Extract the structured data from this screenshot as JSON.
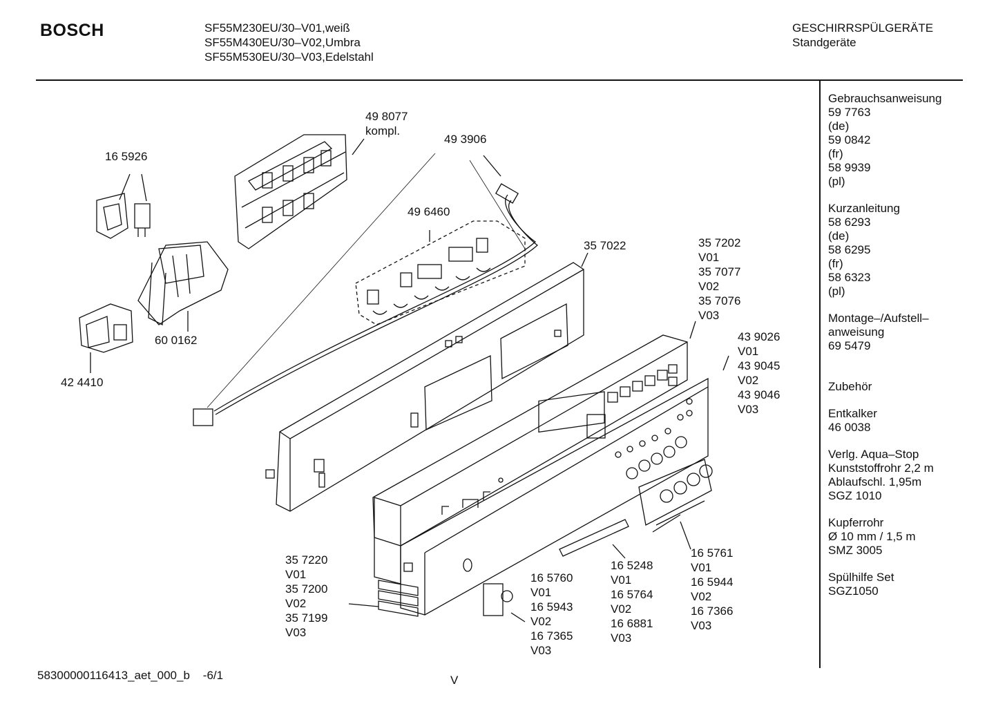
{
  "header": {
    "brand": "BOSCH",
    "models": [
      "SF55M230EU/30–V01,weiß",
      "SF55M430EU/30–V02,Umbra",
      "SF55M530EU/30–V03,Edelstahl"
    ],
    "category": [
      "GESCHIRRSPÜLGERÄTE",
      "Standgeräte"
    ]
  },
  "callouts": {
    "c498077": [
      "49 8077",
      "kompl."
    ],
    "c165926": [
      "16 5926"
    ],
    "c493906": [
      "49 3906"
    ],
    "c496460": [
      "49 6460"
    ],
    "c357022": [
      "35 7022"
    ],
    "c600162": [
      "60 0162"
    ],
    "c424410": [
      "42 4410"
    ],
    "c357202": [
      "35 7202",
      "V01",
      "35 7077",
      "V02",
      "35 7076",
      "V03"
    ],
    "c439026": [
      "43 9026",
      "V01",
      "43 9045",
      "V02",
      "43 9046",
      "V03"
    ],
    "c357220": [
      "35 7220",
      "V01",
      "35 7200",
      "V02",
      "35 7199",
      "V03"
    ],
    "c165760": [
      "16 5760",
      "V01",
      "16 5943",
      "V02",
      "16 7365",
      "V03"
    ],
    "c165248": [
      "16 5248",
      "V01",
      "16 5764",
      "V02",
      "16 6881",
      "V03"
    ],
    "c165761": [
      "16 5761",
      "V01",
      "16 5944",
      "V02",
      "16 7366",
      "V03"
    ]
  },
  "sidebar": [
    [
      "Gebrauchsanweisung",
      "59 7763",
      "(de)",
      "59 0842",
      "(fr)",
      "58 9939",
      "(pl)"
    ],
    [
      "Kurzanleitung",
      "58 6293",
      "(de)",
      "58 6295",
      "(fr)",
      "58 6323",
      "(pl)"
    ],
    [
      "Montage–/Aufstell–",
      "anweisung",
      "69 5479"
    ],
    [
      "",
      "Zubehör"
    ],
    [
      "Entkalker",
      "46 0038"
    ],
    [
      "Verlg. Aqua–Stop",
      "Kunststoffrohr 2,2 m",
      "Ablaufschl. 1,95m",
      "SGZ 1010"
    ],
    [
      "Kupferrohr",
      "Ø 10 mm / 1,5 m",
      "SMZ 3005"
    ],
    [
      "Spülhilfe Set",
      "SGZ1050"
    ]
  ],
  "footer": {
    "code": "58300000116413_aet_000_b    -6/1",
    "mark": "V"
  }
}
